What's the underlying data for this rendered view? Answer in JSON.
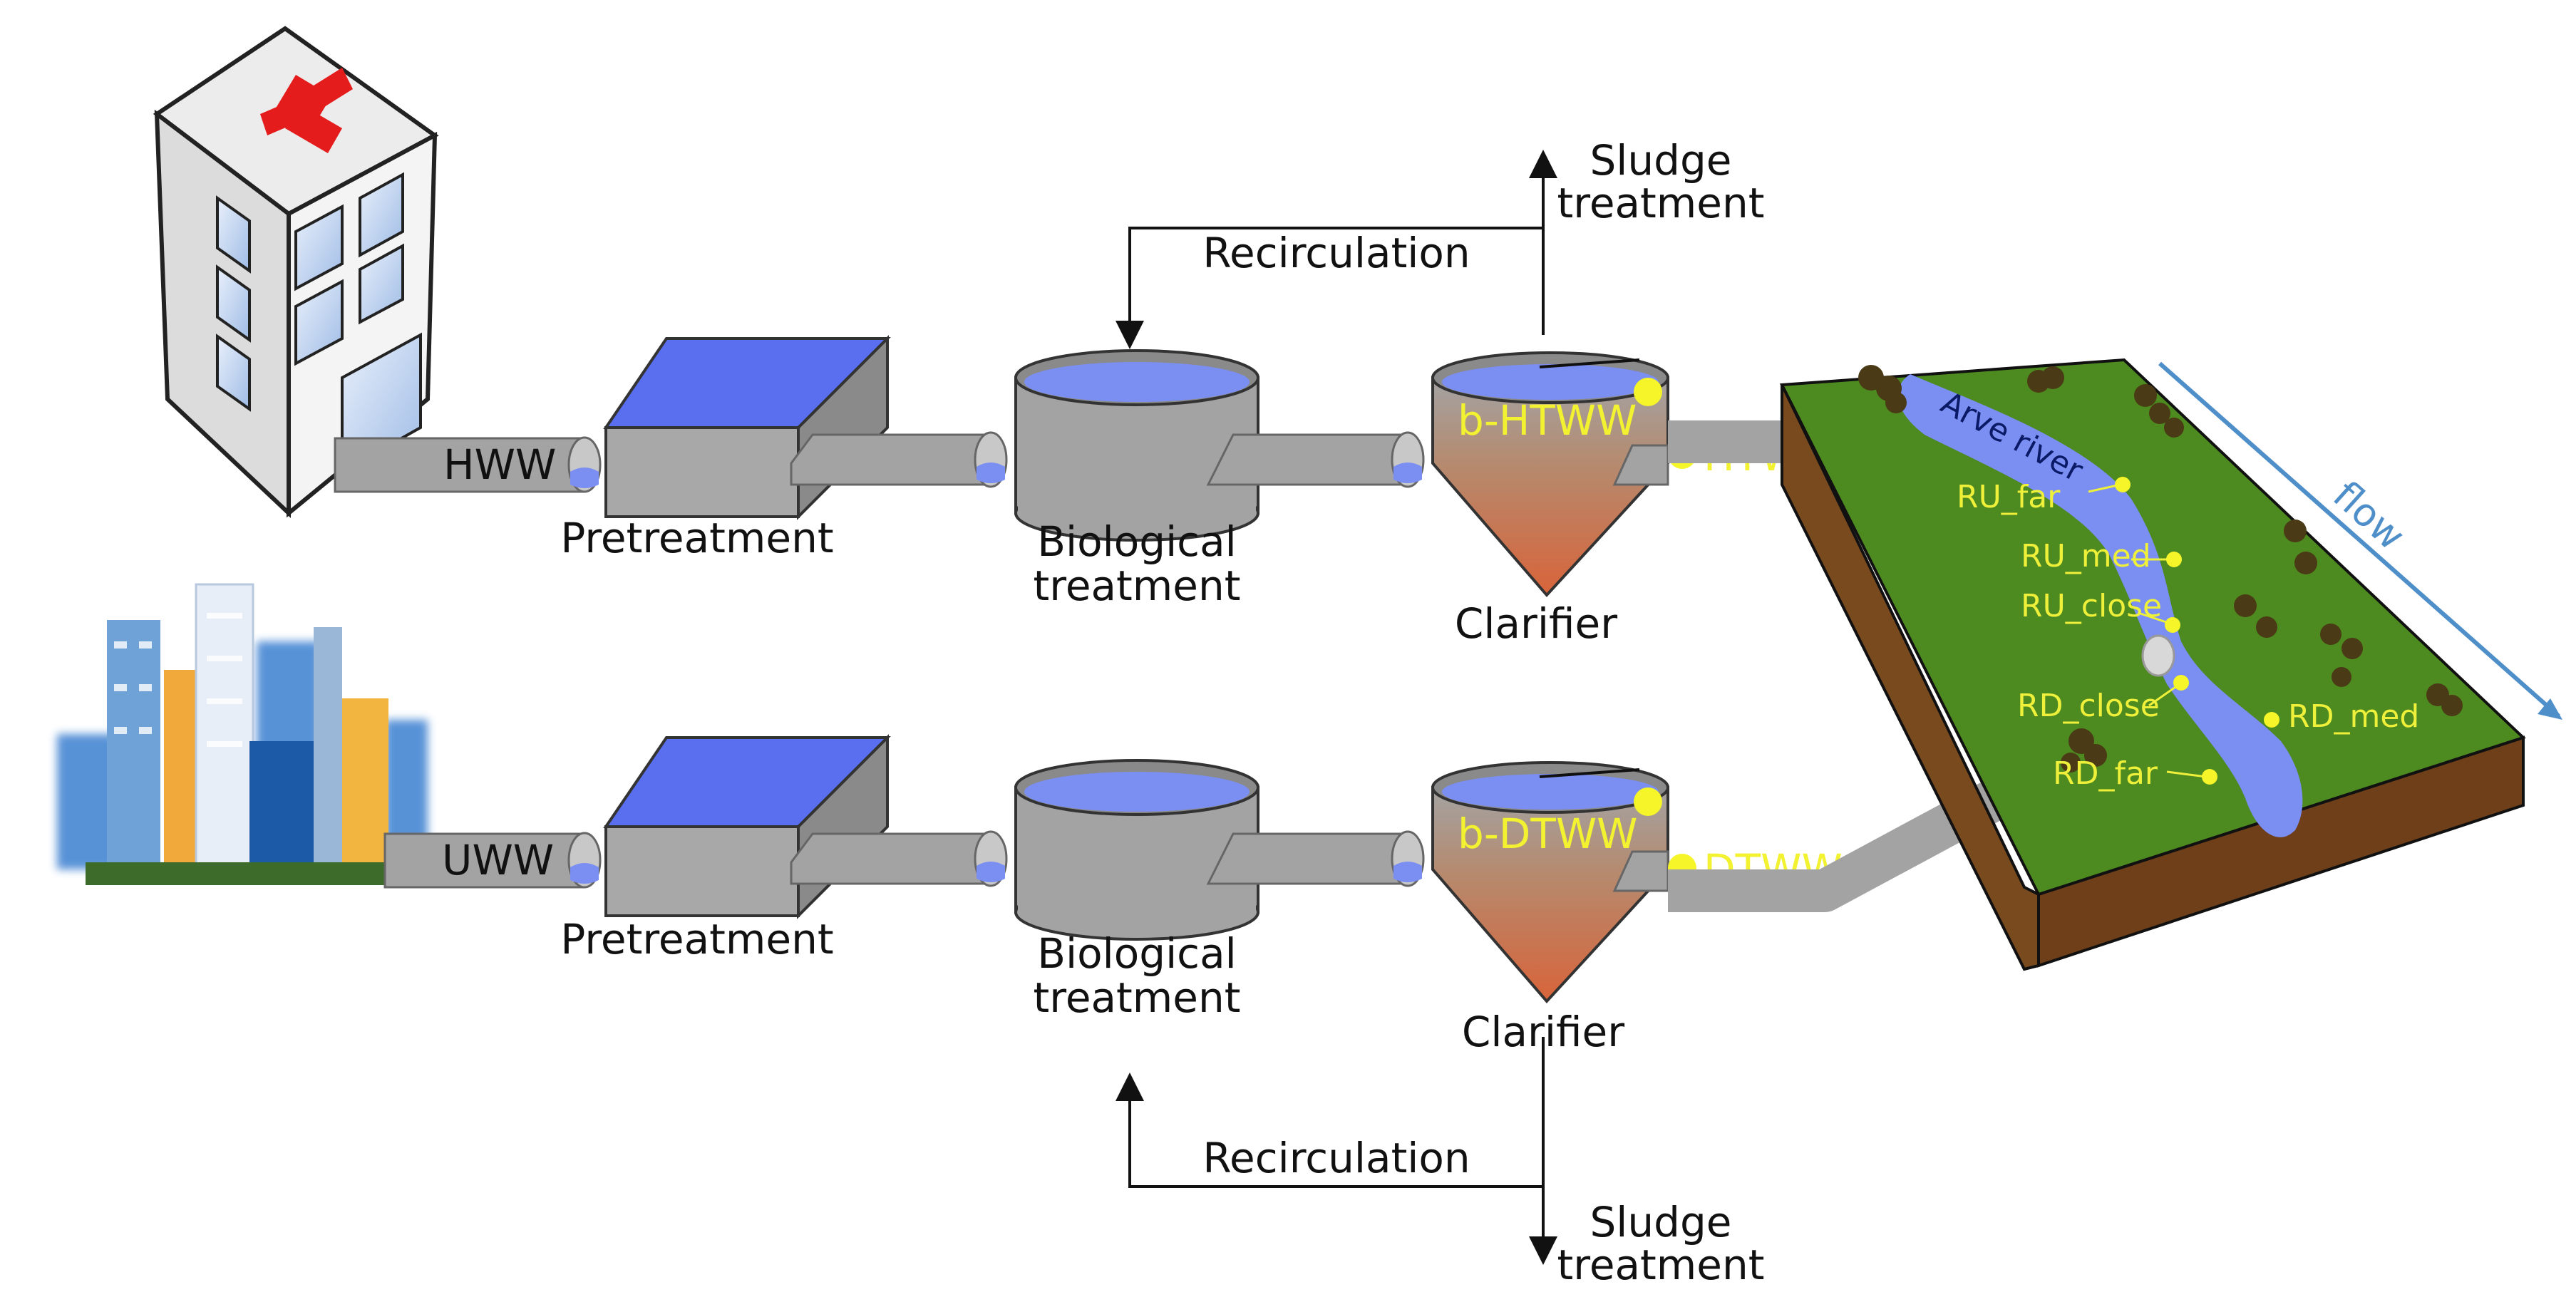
{
  "sources": {
    "hospital_label": "HWW",
    "urban_label": "UWW"
  },
  "top_line": {
    "pretreatment": "Pretreatment",
    "biological_1": "Biological",
    "biological_2": "treatment",
    "clarifier": "Clarifier",
    "recirculation": "Recirculation",
    "sludge_1": "Sludge",
    "sludge_2": "treatment",
    "inside_sample": "b-HTWW",
    "effluent": "HTWW"
  },
  "bottom_line": {
    "pretreatment": "Pretreatment",
    "biological_1": "Biological",
    "biological_2": "treatment",
    "clarifier": "Clarifier",
    "recirculation": "Recirculation",
    "sludge_1": "Sludge",
    "sludge_2": "treatment",
    "inside_sample": "b-DTWW",
    "effluent": "DTWW"
  },
  "river": {
    "name": "Arve river",
    "flow": "flow",
    "points": [
      "RU_far",
      "RU_med",
      "RU_close",
      "RD_close",
      "RD_med",
      "RD_far"
    ]
  },
  "colors": {
    "pipe": "#a3a3a3",
    "water": "#7b8ef2",
    "sludge": "#d8643a",
    "grass": "#4d8a1f",
    "soil": "#7a4a1f",
    "sample_point": "#f5f52a",
    "flow_arrow": "#4f8fc9",
    "hospital_cross": "#e41c1c"
  }
}
